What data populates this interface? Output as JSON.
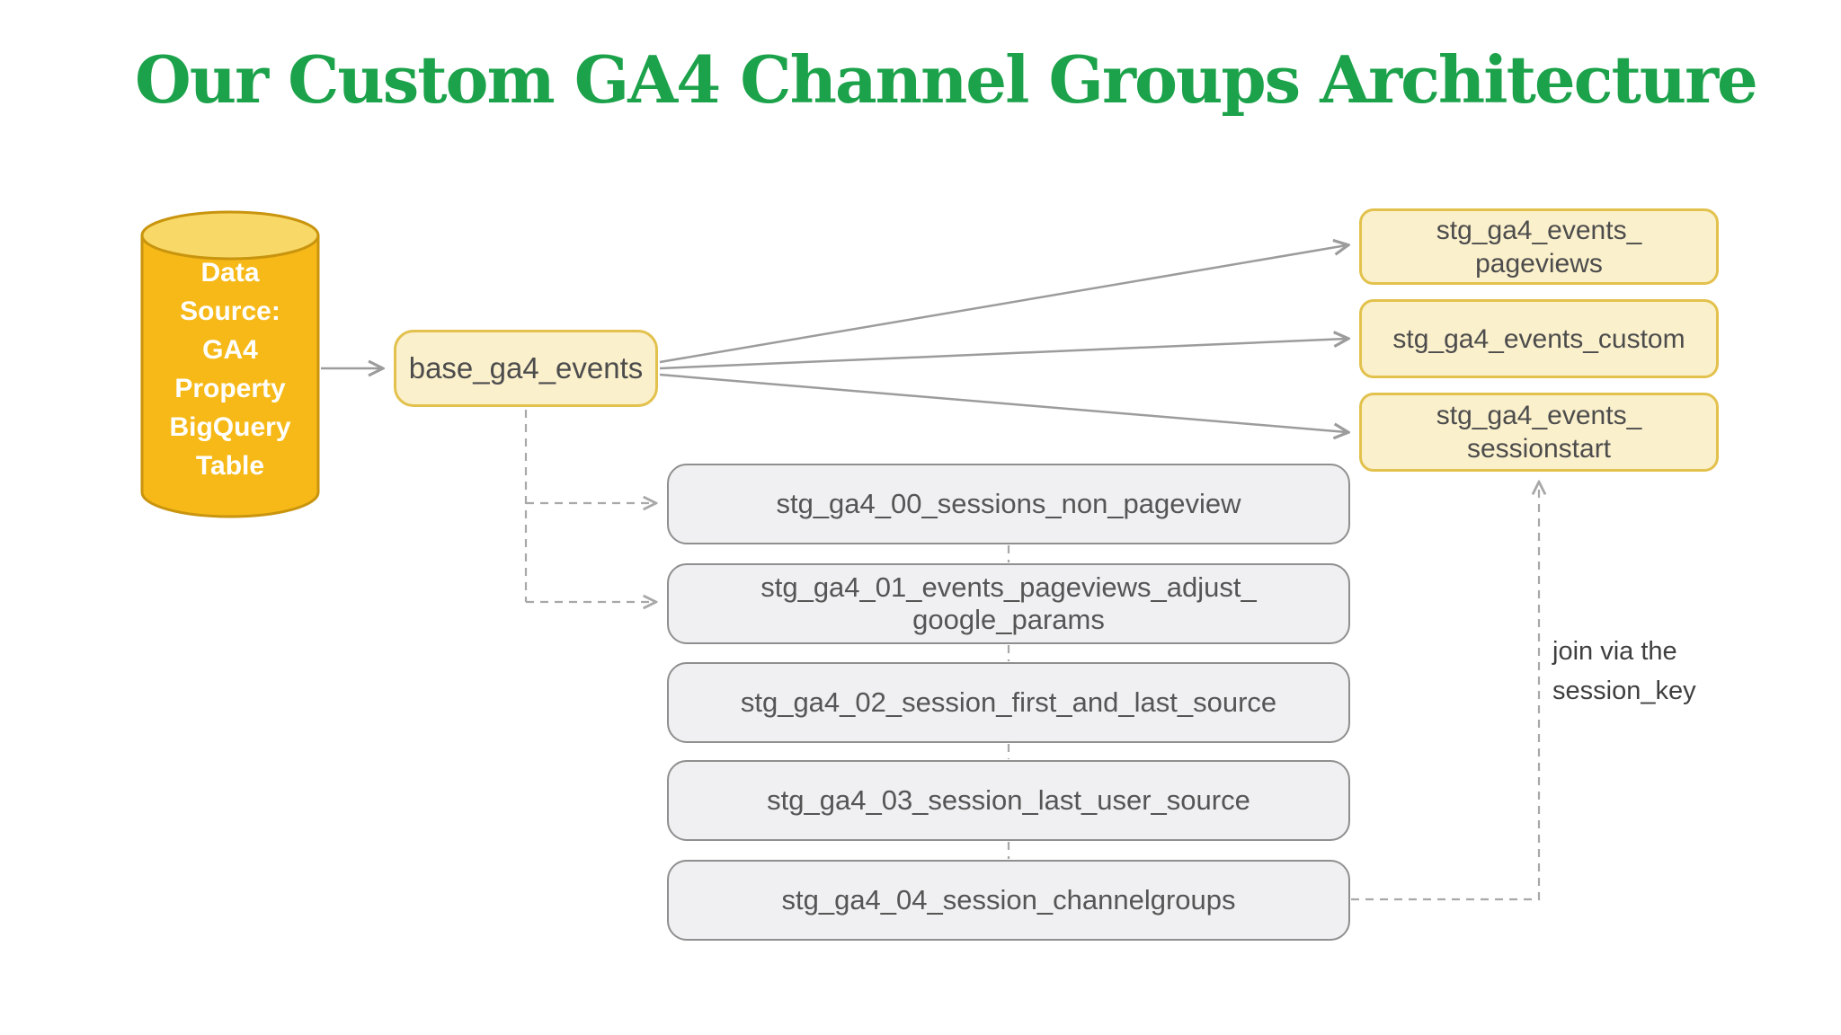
{
  "title": {
    "text": "Our Custom GA4 Channel Groups Architecture"
  },
  "nodes": {
    "source": {
      "lines": [
        "Data",
        "Source:",
        "GA4",
        "Property",
        "BigQuery",
        "Table"
      ]
    },
    "base": {
      "label": "base_ga4_events"
    },
    "outputs": [
      {
        "lines": [
          "stg_ga4_events_",
          "pageviews"
        ]
      },
      {
        "lines": [
          "stg_ga4_events_custom"
        ]
      },
      {
        "lines": [
          "stg_ga4_events_",
          "sessionstart"
        ]
      }
    ],
    "staging": [
      {
        "lines": [
          "stg_ga4_00_sessions_non_pageview"
        ]
      },
      {
        "lines": [
          "stg_ga4_01_events_pageviews_adjust_",
          "google_params"
        ]
      },
      {
        "lines": [
          "stg_ga4_02_session_first_and_last_source"
        ]
      },
      {
        "lines": [
          "stg_ga4_03_session_last_user_source"
        ]
      },
      {
        "lines": [
          "stg_ga4_04_session_channelgroups"
        ]
      }
    ]
  },
  "annotation": {
    "lines": [
      "join via the",
      "session_key"
    ]
  },
  "colors": {
    "title_green": "#1CA24A",
    "cylinder_fill": "#F6B918",
    "cylinder_top_fill": "#F8D967",
    "cylinder_border": "#C9940E",
    "yellow_box_fill": "#FBF0CC",
    "yellow_box_border": "#E2C14D",
    "gray_box_fill": "#F0EFF1",
    "gray_box_border": "#8F8F8F",
    "connector_gray": "#9C9C9C",
    "text_dark": "#4C4C4C",
    "background": "#FFFFFF"
  }
}
